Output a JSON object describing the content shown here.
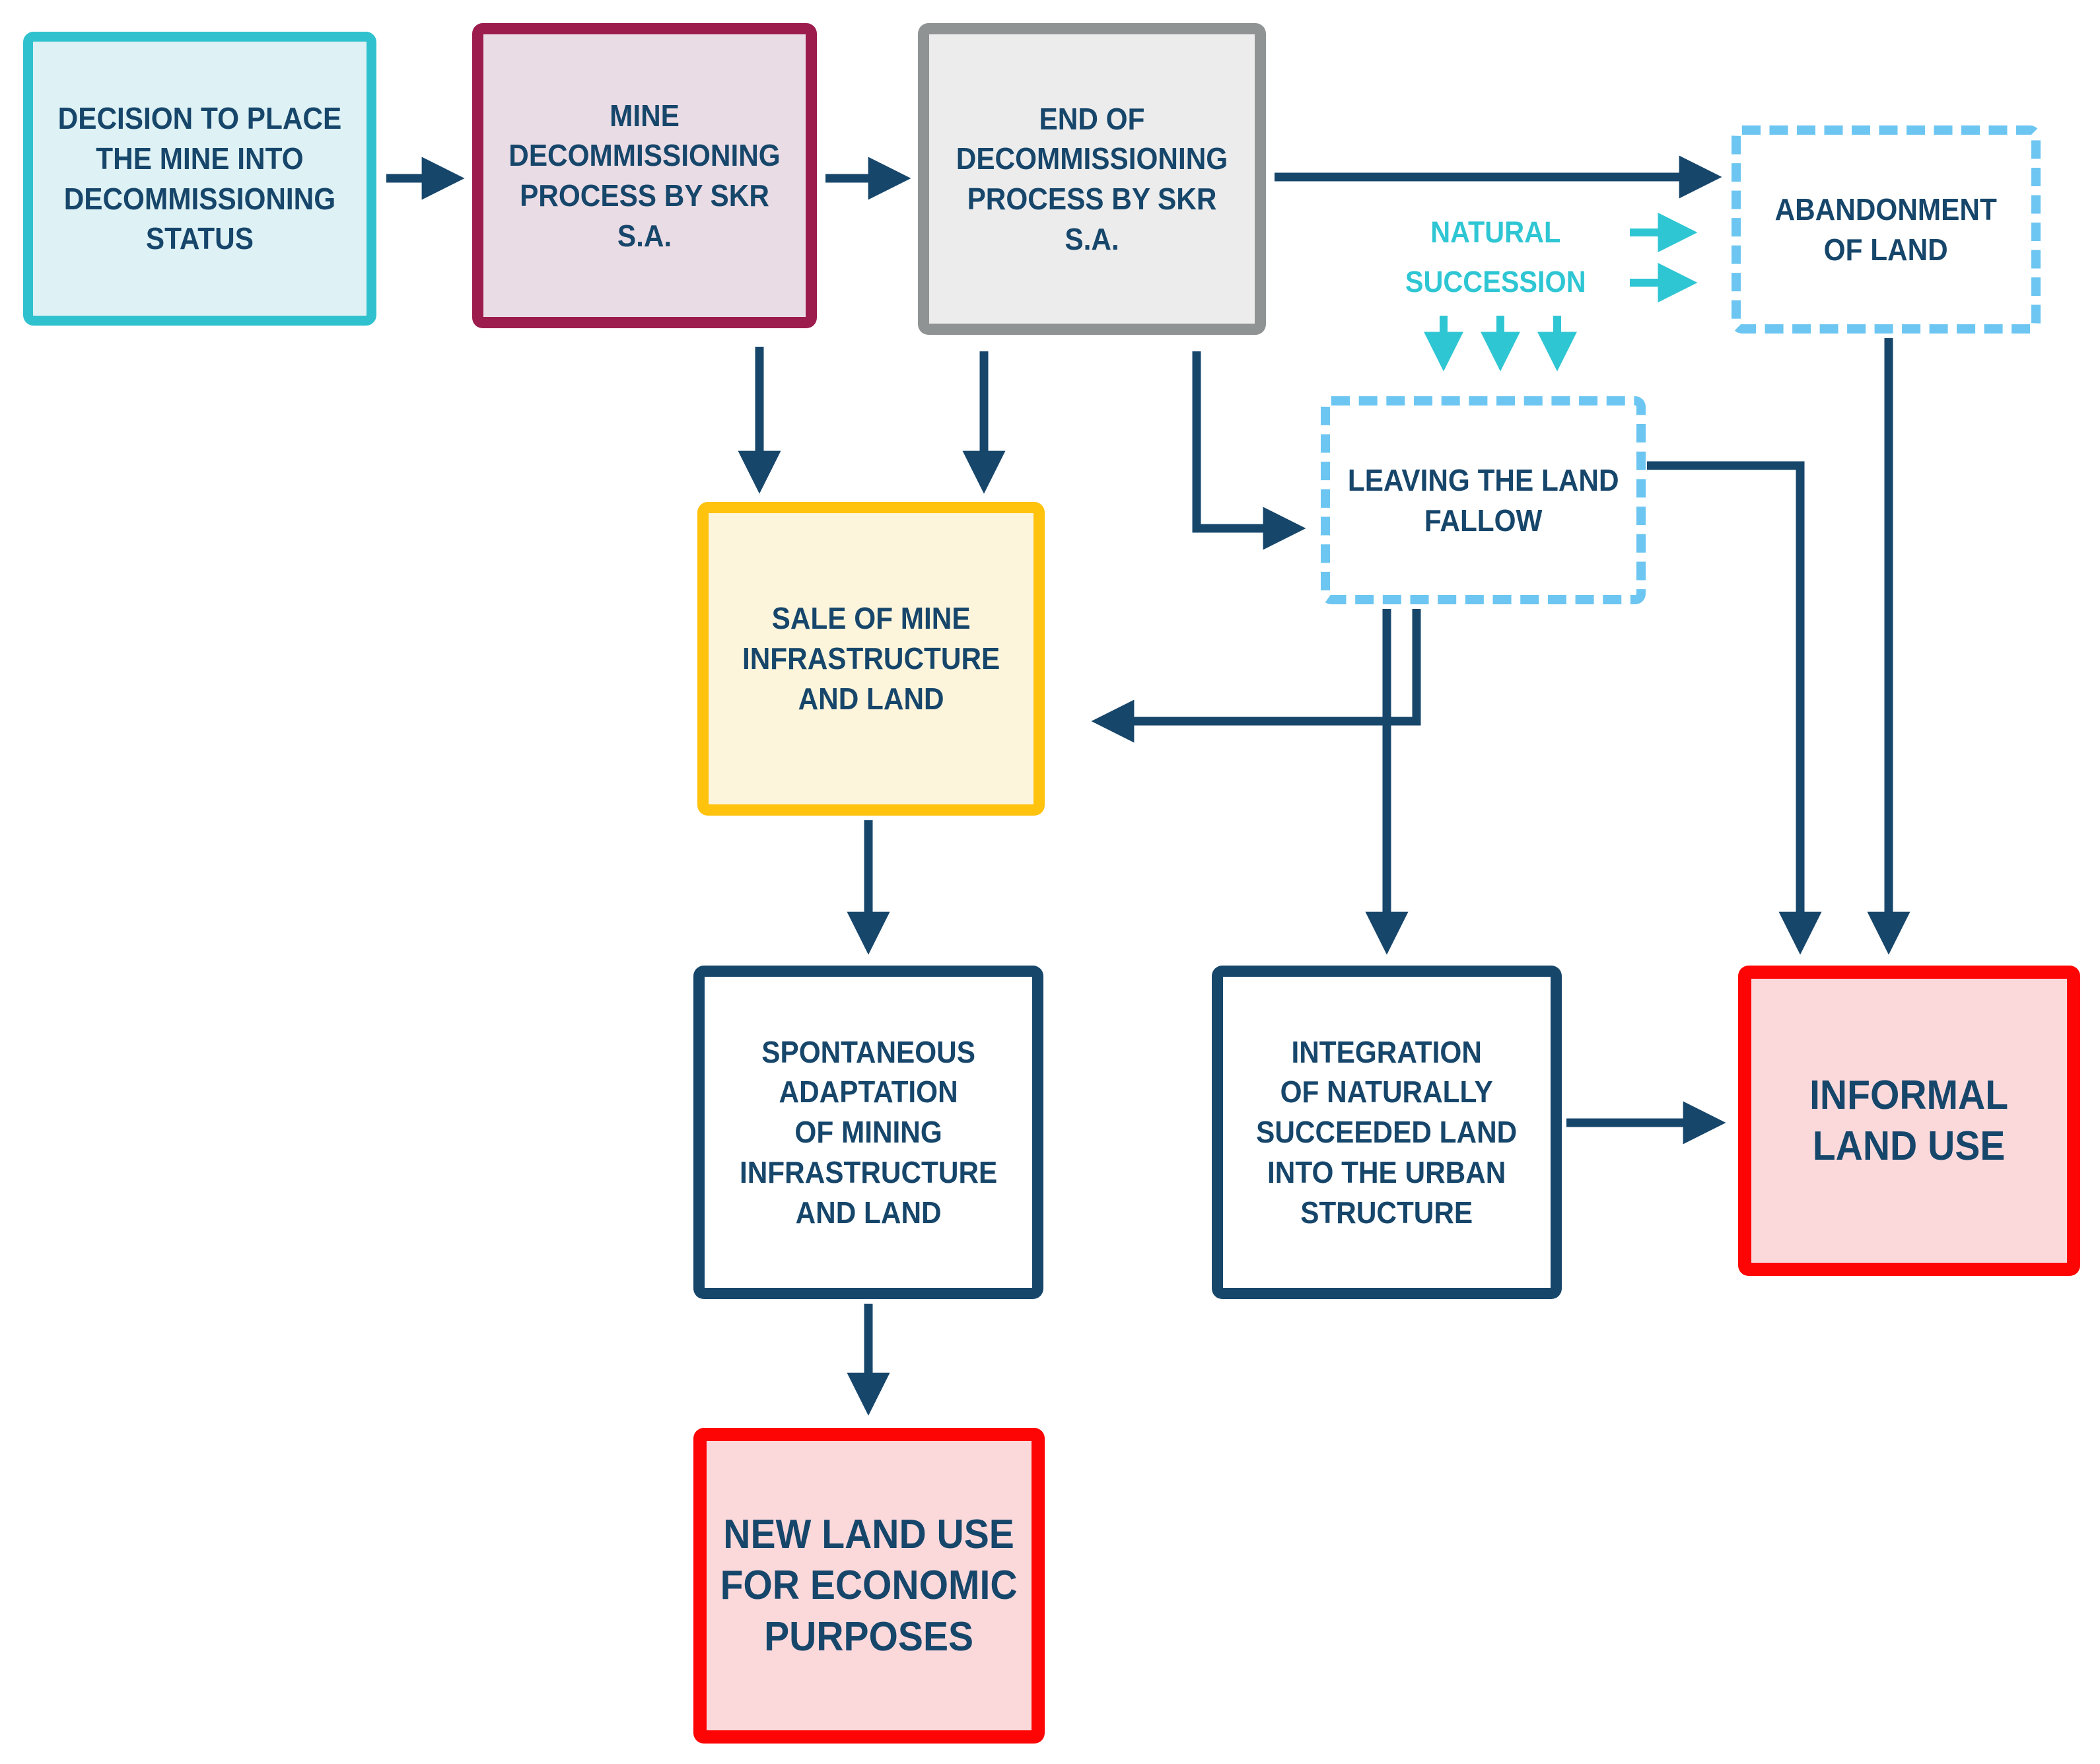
{
  "diagram": {
    "nodes": {
      "decision": {
        "label": "DECISION TO PLACE\nTHE MINE INTO\nDECOMMISSIONING\nSTATUS"
      },
      "mine_decommissioning": {
        "label": "MINE\nDECOMMISSIONING\nPROCESS BY SKR S.A."
      },
      "end_decommissioning": {
        "label": "END OF\nDECOMMISSIONING\nPROCESS BY SKR S.A."
      },
      "abandonment": {
        "label": "ABANDONMENT\nOF LAND"
      },
      "natural_succession": {
        "label": "NATURAL\nSUCCESSION"
      },
      "leaving_fallow": {
        "label": "LEAVING THE LAND\nFALLOW"
      },
      "sale": {
        "label": "SALE OF MINE\nINFRASTRUCTURE\nAND LAND"
      },
      "spontaneous_adaptation": {
        "label": "SPONTANEOUS\nADAPTATION\nOF MINING\nINFRASTRUCTURE\nAND LAND"
      },
      "integration": {
        "label": "INTEGRATION\nOF NATURALLY\nSUCCEEDED LAND\nINTO THE URBAN\nSTRUCTURE"
      },
      "informal_land_use": {
        "label": "INFORMAL\nLAND USE"
      },
      "new_land_use": {
        "label": "NEW LAND USE\nFOR ECONOMIC\nPURPOSES"
      }
    },
    "colors": {
      "navy": "#17466B",
      "teal_border": "#2FC2CE",
      "teal_fill": "#DEF1F4",
      "maroon_border": "#9C1C4D",
      "maroon_fill": "#EADCE4",
      "gray_border": "#909394",
      "gray_fill": "#ECECEC",
      "sky_dashed": "#6CC6F1",
      "yellow_border": "#FFC20D",
      "yellow_fill": "#FDF5DB",
      "red_border": "#FE0505",
      "pink_fill": "#FBD9DB",
      "cyan_arrow": "#2FC6D4"
    }
  }
}
